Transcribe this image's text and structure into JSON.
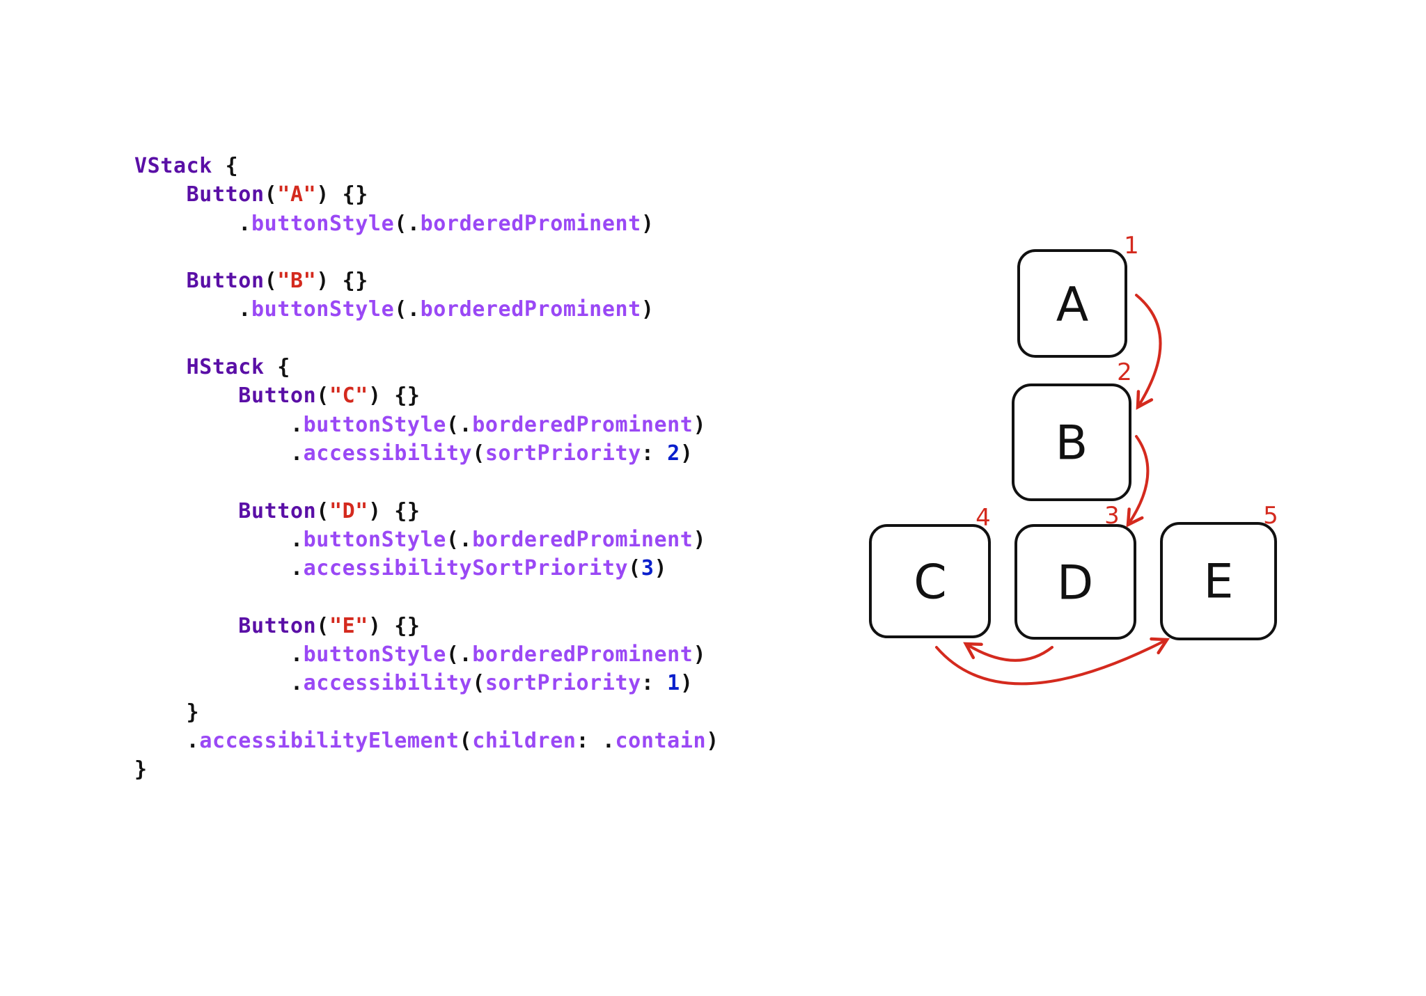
{
  "code_lines": [
    [
      {
        "t": "VStack ",
        "c": "kw"
      },
      {
        "t": "{",
        "c": "pl"
      }
    ],
    [
      {
        "t": "    Button",
        "c": "kw"
      },
      {
        "t": "(",
        "c": "pl"
      },
      {
        "t": "\"A\"",
        "c": "str"
      },
      {
        "t": ") {}",
        "c": "pl"
      }
    ],
    [
      {
        "t": "        .",
        "c": "pl"
      },
      {
        "t": "buttonStyle",
        "c": "mod"
      },
      {
        "t": "(.",
        "c": "pl"
      },
      {
        "t": "borderedProminent",
        "c": "mod"
      },
      {
        "t": ")",
        "c": "pl"
      }
    ],
    [],
    [
      {
        "t": "    Button",
        "c": "kw"
      },
      {
        "t": "(",
        "c": "pl"
      },
      {
        "t": "\"B\"",
        "c": "str"
      },
      {
        "t": ") {}",
        "c": "pl"
      }
    ],
    [
      {
        "t": "        .",
        "c": "pl"
      },
      {
        "t": "buttonStyle",
        "c": "mod"
      },
      {
        "t": "(.",
        "c": "pl"
      },
      {
        "t": "borderedProminent",
        "c": "mod"
      },
      {
        "t": ")",
        "c": "pl"
      }
    ],
    [],
    [
      {
        "t": "    HStack ",
        "c": "kw"
      },
      {
        "t": "{",
        "c": "pl"
      }
    ],
    [
      {
        "t": "        Button",
        "c": "kw"
      },
      {
        "t": "(",
        "c": "pl"
      },
      {
        "t": "\"C\"",
        "c": "str"
      },
      {
        "t": ") {}",
        "c": "pl"
      }
    ],
    [
      {
        "t": "            .",
        "c": "pl"
      },
      {
        "t": "buttonStyle",
        "c": "mod"
      },
      {
        "t": "(.",
        "c": "pl"
      },
      {
        "t": "borderedProminent",
        "c": "mod"
      },
      {
        "t": ")",
        "c": "pl"
      }
    ],
    [
      {
        "t": "            .",
        "c": "pl"
      },
      {
        "t": "accessibility",
        "c": "mod"
      },
      {
        "t": "(",
        "c": "pl"
      },
      {
        "t": "sortPriority",
        "c": "mod"
      },
      {
        "t": ": ",
        "c": "pl"
      },
      {
        "t": "2",
        "c": "num"
      },
      {
        "t": ")",
        "c": "pl"
      }
    ],
    [],
    [
      {
        "t": "        Button",
        "c": "kw"
      },
      {
        "t": "(",
        "c": "pl"
      },
      {
        "t": "\"D\"",
        "c": "str"
      },
      {
        "t": ") {}",
        "c": "pl"
      }
    ],
    [
      {
        "t": "            .",
        "c": "pl"
      },
      {
        "t": "buttonStyle",
        "c": "mod"
      },
      {
        "t": "(.",
        "c": "pl"
      },
      {
        "t": "borderedProminent",
        "c": "mod"
      },
      {
        "t": ")",
        "c": "pl"
      }
    ],
    [
      {
        "t": "            .",
        "c": "pl"
      },
      {
        "t": "accessibilitySortPriority",
        "c": "mod"
      },
      {
        "t": "(",
        "c": "pl"
      },
      {
        "t": "3",
        "c": "num"
      },
      {
        "t": ")",
        "c": "pl"
      }
    ],
    [],
    [
      {
        "t": "        Button",
        "c": "kw"
      },
      {
        "t": "(",
        "c": "pl"
      },
      {
        "t": "\"E\"",
        "c": "str"
      },
      {
        "t": ") {}",
        "c": "pl"
      }
    ],
    [
      {
        "t": "            .",
        "c": "pl"
      },
      {
        "t": "buttonStyle",
        "c": "mod"
      },
      {
        "t": "(.",
        "c": "pl"
      },
      {
        "t": "borderedProminent",
        "c": "mod"
      },
      {
        "t": ")",
        "c": "pl"
      }
    ],
    [
      {
        "t": "            .",
        "c": "pl"
      },
      {
        "t": "accessibility",
        "c": "mod"
      },
      {
        "t": "(",
        "c": "pl"
      },
      {
        "t": "sortPriority",
        "c": "mod"
      },
      {
        "t": ": ",
        "c": "pl"
      },
      {
        "t": "1",
        "c": "num"
      },
      {
        "t": ")",
        "c": "pl"
      }
    ],
    [
      {
        "t": "    }",
        "c": "pl"
      }
    ],
    [
      {
        "t": "    .",
        "c": "pl"
      },
      {
        "t": "accessibilityElement",
        "c": "mod"
      },
      {
        "t": "(",
        "c": "pl"
      },
      {
        "t": "children",
        "c": "mod"
      },
      {
        "t": ": .",
        "c": "pl"
      },
      {
        "t": "contain",
        "c": "mod"
      },
      {
        "t": ")",
        "c": "pl"
      }
    ],
    [
      {
        "t": "}",
        "c": "pl"
      }
    ]
  ],
  "diagram": {
    "buttons": [
      {
        "label": "A",
        "order": "1"
      },
      {
        "label": "B",
        "order": "2"
      },
      {
        "label": "C",
        "order": "4"
      },
      {
        "label": "D",
        "order": "3"
      },
      {
        "label": "E",
        "order": "5"
      }
    ]
  },
  "colors": {
    "keyword": "#5a0fa6",
    "modifier": "#9a48f5",
    "string": "#d42a1e",
    "number": "#0a1fcc",
    "arrow": "#d42a1e"
  }
}
